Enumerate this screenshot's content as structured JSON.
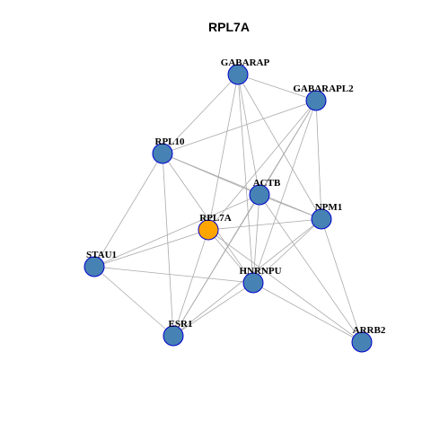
{
  "title": "RPL7A",
  "colors": {
    "edge": "#aaaaaa",
    "node_default": "#4682b4",
    "node_focus": "#ffa500",
    "node_border": "#0000cd",
    "label": "#000000",
    "background": "#ffffff"
  },
  "nodes": [
    {
      "id": "GABARAP",
      "label": "GABARAP",
      "focus": false
    },
    {
      "id": "GABARAPL2",
      "label": "GABARAPL2",
      "focus": false
    },
    {
      "id": "RPL10",
      "label": "RPL10",
      "focus": false
    },
    {
      "id": "ACTB",
      "label": "ACTB",
      "focus": false
    },
    {
      "id": "NPM1",
      "label": "NPM1",
      "focus": false
    },
    {
      "id": "RPL7A",
      "label": "RPL7A",
      "focus": true
    },
    {
      "id": "STAU1",
      "label": "STAU1",
      "focus": false
    },
    {
      "id": "HNRNPU",
      "label": "HNRNPU",
      "focus": false
    },
    {
      "id": "ESR1",
      "label": "ESR1",
      "focus": false
    },
    {
      "id": "ARRB2",
      "label": "ARRB2",
      "focus": false
    }
  ],
  "edges": [
    [
      "GABARAP",
      "GABARAPL2"
    ],
    [
      "GABARAP",
      "RPL10"
    ],
    [
      "GABARAP",
      "RPL7A"
    ],
    [
      "GABARAP",
      "ACTB"
    ],
    [
      "GABARAP",
      "NPM1"
    ],
    [
      "GABARAP",
      "HNRNPU"
    ],
    [
      "GABARAPL2",
      "RPL10"
    ],
    [
      "GABARAPL2",
      "RPL7A"
    ],
    [
      "GABARAPL2",
      "ACTB"
    ],
    [
      "GABARAPL2",
      "NPM1"
    ],
    [
      "GABARAPL2",
      "HNRNPU"
    ],
    [
      "GABARAPL2",
      "ESR1"
    ],
    [
      "RPL10",
      "ACTB"
    ],
    [
      "RPL10",
      "NPM1"
    ],
    [
      "RPL10",
      "STAU1"
    ],
    [
      "RPL10",
      "ESR1"
    ],
    [
      "RPL10",
      "HNRNPU"
    ],
    [
      "ACTB",
      "NPM1"
    ],
    [
      "ACTB",
      "STAU1"
    ],
    [
      "ACTB",
      "HNRNPU"
    ],
    [
      "ACTB",
      "ESR1"
    ],
    [
      "ACTB",
      "ARRB2"
    ],
    [
      "RPL7A",
      "NPM1"
    ],
    [
      "RPL7A",
      "STAU1"
    ],
    [
      "RPL7A",
      "ESR1"
    ],
    [
      "RPL7A",
      "HNRNPU"
    ],
    [
      "RPL7A",
      "ARRB2"
    ],
    [
      "NPM1",
      "HNRNPU"
    ],
    [
      "NPM1",
      "ESR1"
    ],
    [
      "NPM1",
      "ARRB2"
    ],
    [
      "STAU1",
      "HNRNPU"
    ],
    [
      "STAU1",
      "ESR1"
    ],
    [
      "HNRNPU",
      "ESR1"
    ],
    [
      "HNRNPU",
      "ARRB2"
    ]
  ]
}
